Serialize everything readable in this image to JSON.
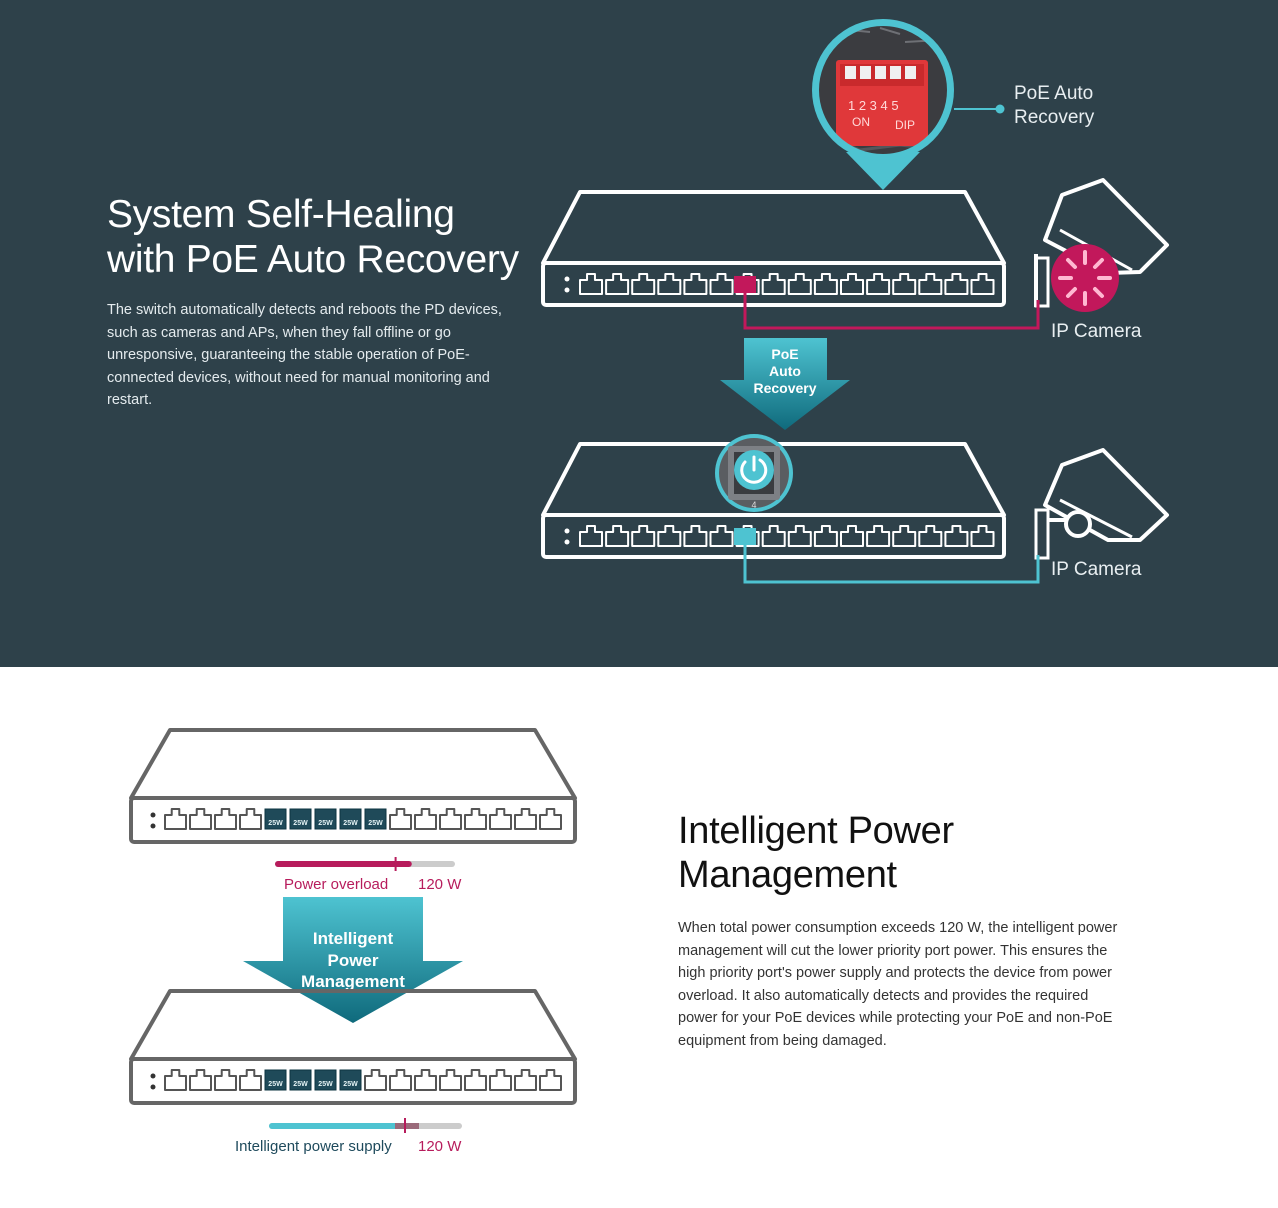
{
  "self_healing": {
    "title_line1": "System Self-Healing",
    "title_line2": "with PoE Auto Recovery",
    "body": "The switch automatically detects and reboots the PD devices, such as cameras and APs, when they fall offline or go unresponsive, guaranteeing the stable operation of PoE-connected devices, without need for manual monitoring and restart.",
    "dip_callout": {
      "line1": "PoE Auto",
      "line2": "Recovery"
    },
    "dip_numbers": "1 2 3 4 5",
    "dip_on": "ON",
    "dip_dip": "DIP",
    "arrow": {
      "line1": "PoE",
      "line2": "Auto",
      "line3": "Recovery"
    },
    "camera_label_top": "IP Camera",
    "camera_label_bottom": "IP Camera",
    "port_number": "4",
    "colors": {
      "background": "#2e414a",
      "fault": "#c2185b",
      "ok": "#4ec3d1"
    }
  },
  "power": {
    "title_line1": "Intelligent Power",
    "title_line2": "Management",
    "body": "When total power consumption exceeds 120 W, the intelligent power management will cut the lower priority port power. This ensures the high priority port's power supply and protects the device from power overload. It also automatically detects and provides the required power for your PoE devices while protecting your PoE and non-PoE equipment from being damaged.",
    "port_tag": "25W",
    "overload_label": "Power overload",
    "overload_value": "120 W",
    "supply_label": "Intelligent power supply",
    "supply_value": "120 W",
    "arrow": {
      "line1": "Intelligent",
      "line2": "Power",
      "line3": "Management"
    },
    "overload_fill_fraction": 0.76,
    "supply_fill_fraction": 0.74,
    "limit_fraction": 0.67,
    "colors": {
      "overload": "#b71c5c",
      "supply": "#4ec3d1",
      "label_dark": "#1e4a5c"
    }
  }
}
